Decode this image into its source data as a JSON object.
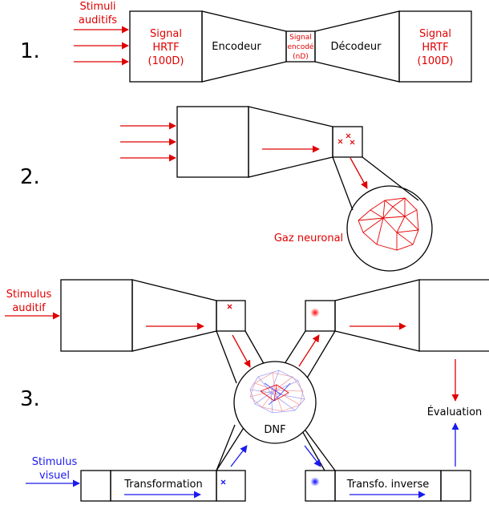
{
  "colors": {
    "ink": "#000000",
    "red": "#e00000",
    "blue": "#1a1aee",
    "mesh_red": "#e60000",
    "mesh_blue": "#3b3bff"
  },
  "icons": {
    "arrow": "arrow-icon",
    "cross_marker": "x-mark-icon",
    "activation_blob": "gaussian-blob-icon"
  },
  "section1": {
    "number": "1.",
    "input_label_line1": "Stimuli",
    "input_label_line2": "auditifs",
    "signal_in": {
      "line1": "Signal",
      "line2": "HRTF",
      "line3": "(100D)"
    },
    "encoder": "Encodeur",
    "code": {
      "line1": "Signal",
      "line2": "encodé",
      "line3": "(nD)"
    },
    "decoder": "Décodeur",
    "signal_out": {
      "line1": "Signal",
      "line2": "HRTF",
      "line3": "(100D)"
    }
  },
  "section2": {
    "number": "2.",
    "gas_label": "Gaz neuronal"
  },
  "section3": {
    "number": "3.",
    "audio_in_line1": "Stimulus",
    "audio_in_line2": "auditif",
    "dnf": "DNF",
    "evaluation": "Évaluation",
    "visual_in_line1": "Stimulus",
    "visual_in_line2": "visuel",
    "transform": "Transformation",
    "inverse_transform": "Transfo. inverse"
  }
}
